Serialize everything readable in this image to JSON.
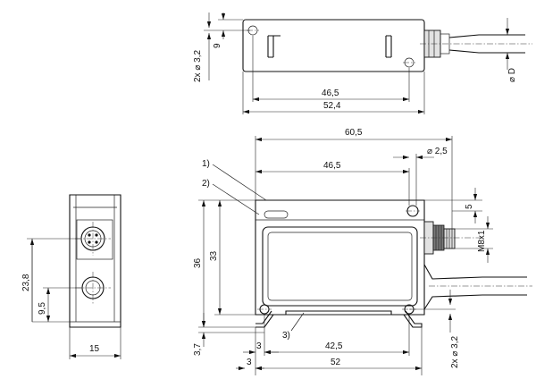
{
  "top_view": {
    "dim_hole_dia": "2x ⌀ 3,2",
    "dim_offset": "9",
    "dim_cable_dia": "⌀ D",
    "dim_hole_spacing": "46,5",
    "dim_length": "52,4"
  },
  "front_view": {
    "dim_width": "15",
    "dim_height_1": "23,8",
    "dim_height_2": "9,5"
  },
  "side_view": {
    "callout_1": "1)",
    "callout_2": "2)",
    "callout_3": "3)",
    "dim_overall_length": "60,5",
    "dim_hole_spacing": "46,5",
    "dim_small_hole": "⌀ 2,5",
    "dim_connector_offset": "5",
    "dim_thread": "M8x1",
    "dim_height_total": "36",
    "dim_height_inner": "33",
    "dim_bottom_offset": "3,7",
    "dim_inset_upper": "3",
    "dim_inset_lower": "3",
    "dim_bottom_hole_spacing": "42,5",
    "dim_bottom_length": "52",
    "dim_mount_holes": "2x ⌀ 3,2"
  }
}
